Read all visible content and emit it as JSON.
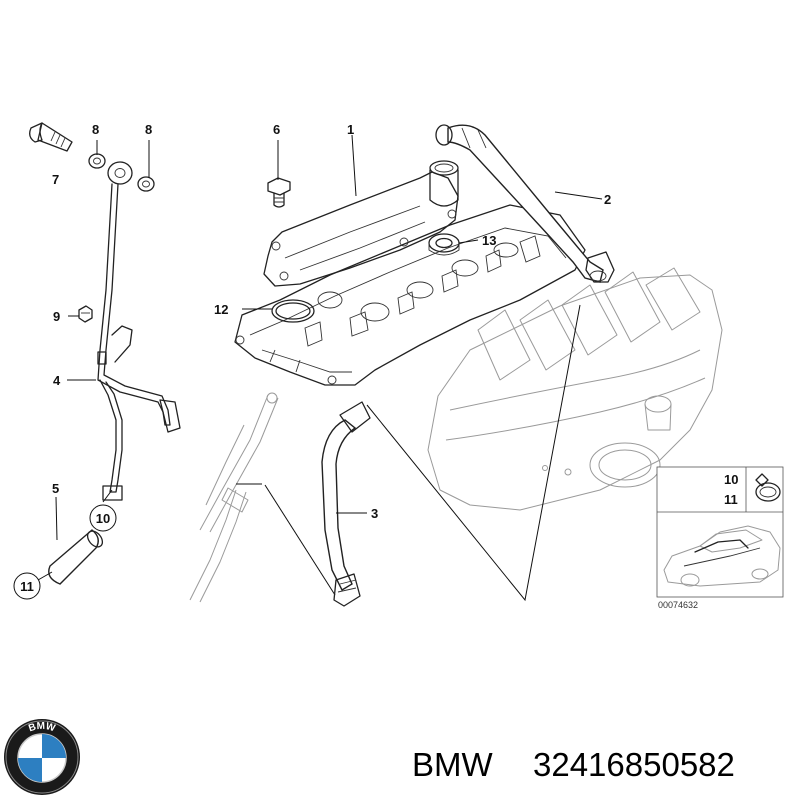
{
  "diagram": {
    "callouts": [
      {
        "label": "1"
      },
      {
        "label": "2"
      },
      {
        "label": "3"
      },
      {
        "label": "4"
      },
      {
        "label": "5"
      },
      {
        "label": "6"
      },
      {
        "label": "7"
      },
      {
        "label": "8"
      },
      {
        "label": "8"
      },
      {
        "label": "9"
      },
      {
        "label": "10"
      },
      {
        "label": "11"
      },
      {
        "label": "12"
      },
      {
        "label": "13"
      }
    ],
    "inset": {
      "labels": [
        {
          "label": "10"
        },
        {
          "label": "11"
        }
      ],
      "reference_code": "00074632"
    }
  },
  "logo": {
    "ring_text": "BMW",
    "colors": {
      "ring": "#111111",
      "blue": "#2d7fc1",
      "white": "#ffffff"
    }
  },
  "caption": {
    "brand": "BMW",
    "part_number": "32416850582"
  }
}
